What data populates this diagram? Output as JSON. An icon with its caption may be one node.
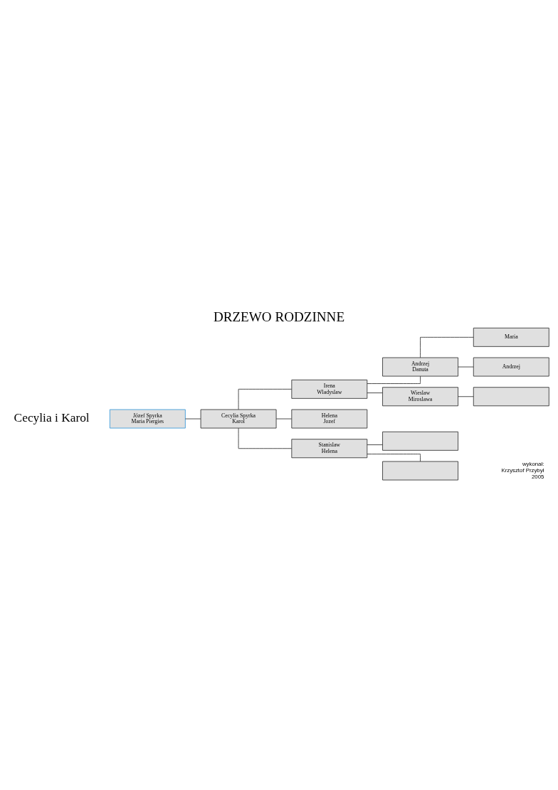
{
  "diagram": {
    "title": "DRZEWO RODZINNE",
    "nodes": [
      {
        "text": [
          "Józef Spyrka",
          "Maria Piergies"
        ]
      },
      {
        "text": [
          "Cecylia Spyrka",
          "Karol"
        ]
      },
      {
        "text": [
          "Irena",
          "Wladyslaw"
        ]
      },
      {
        "text": [
          "Andrzej",
          "Danuta"
        ]
      },
      {
        "text": [
          "Maria"
        ]
      },
      {
        "text": [
          "Andrzej"
        ]
      },
      {
        "text": [
          "Wieslaw",
          "Miroslawa"
        ]
      },
      {
        "text": [],
        "shape": "box"
      },
      {
        "text": [
          "Helena",
          "Jozef"
        ]
      },
      {
        "text": [
          "Stanislaw",
          "Helena"
        ]
      },
      {
        "text": [],
        "shape": "box"
      },
      {
        "text": [],
        "shape": "box"
      }
    ],
    "edges": [
      {
        "from": 0,
        "to": 1,
        "arrow": "none"
      },
      {
        "from": 1,
        "to": 2,
        "arrow": "none"
      },
      {
        "from": 1,
        "to": 8,
        "arrow": "none"
      },
      {
        "from": 1,
        "to": 9,
        "arrow": "none"
      },
      {
        "from": 2,
        "to": 3,
        "arrow": "none"
      },
      {
        "from": 2,
        "to": 6,
        "arrow": "none"
      },
      {
        "from": 3,
        "to": 4,
        "arrow": "none"
      },
      {
        "from": 3,
        "to": 5,
        "arrow": "none"
      },
      {
        "from": 6,
        "to": 7,
        "arrow": "none"
      },
      {
        "from": 9,
        "to": 10,
        "arrow": "none"
      },
      {
        "from": 9,
        "to": 11,
        "arrow": "none"
      }
    ],
    "labels": [
      "Cecylia i Karol",
      "wykonał:",
      "Krzysztof Przybył",
      "2005"
    ]
  }
}
